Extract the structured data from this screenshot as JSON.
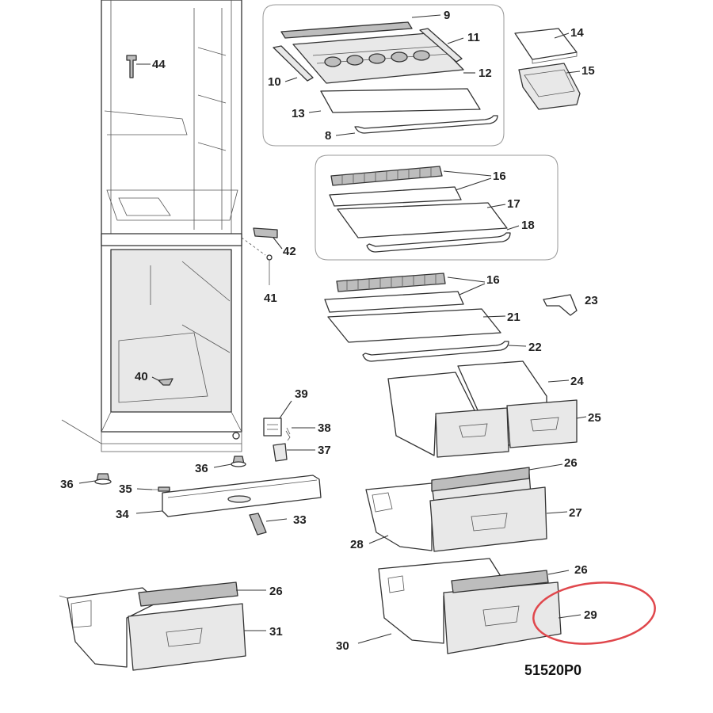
{
  "diagram": {
    "callouts": [
      {
        "id": "c44",
        "text": "44"
      },
      {
        "id": "c9",
        "text": "9"
      },
      {
        "id": "c11",
        "text": "11"
      },
      {
        "id": "c14",
        "text": "14"
      },
      {
        "id": "c15",
        "text": "15"
      },
      {
        "id": "c10",
        "text": "10"
      },
      {
        "id": "c12",
        "text": "12"
      },
      {
        "id": "c13",
        "text": "13"
      },
      {
        "id": "c8",
        "text": "8"
      },
      {
        "id": "c16a",
        "text": "16"
      },
      {
        "id": "c17",
        "text": "17"
      },
      {
        "id": "c18",
        "text": "18"
      },
      {
        "id": "c42",
        "text": "42"
      },
      {
        "id": "c41",
        "text": "41"
      },
      {
        "id": "c16b",
        "text": "16"
      },
      {
        "id": "c23",
        "text": "23"
      },
      {
        "id": "c21",
        "text": "21"
      },
      {
        "id": "c22",
        "text": "22"
      },
      {
        "id": "c40",
        "text": "40"
      },
      {
        "id": "c24",
        "text": "24"
      },
      {
        "id": "c39",
        "text": "39"
      },
      {
        "id": "c25",
        "text": "25"
      },
      {
        "id": "c38",
        "text": "38"
      },
      {
        "id": "c37",
        "text": "37"
      },
      {
        "id": "c26a",
        "text": "26"
      },
      {
        "id": "c36a",
        "text": "36"
      },
      {
        "id": "c36b",
        "text": "36"
      },
      {
        "id": "c35",
        "text": "35"
      },
      {
        "id": "c27",
        "text": "27"
      },
      {
        "id": "c34",
        "text": "34"
      },
      {
        "id": "c33",
        "text": "33"
      },
      {
        "id": "c28",
        "text": "28"
      },
      {
        "id": "c26b",
        "text": "26"
      },
      {
        "id": "c26c",
        "text": "26"
      },
      {
        "id": "c29",
        "text": "29"
      },
      {
        "id": "c31",
        "text": "31"
      },
      {
        "id": "c30",
        "text": "30"
      }
    ],
    "drawing_code": "51520P0",
    "highlight": {
      "target": "29",
      "color": "#e0474c"
    }
  },
  "colors": {
    "line": "#333333",
    "fill": "#ffffff",
    "shade": "#e8e8e8",
    "dark": "#bdbdbd"
  }
}
